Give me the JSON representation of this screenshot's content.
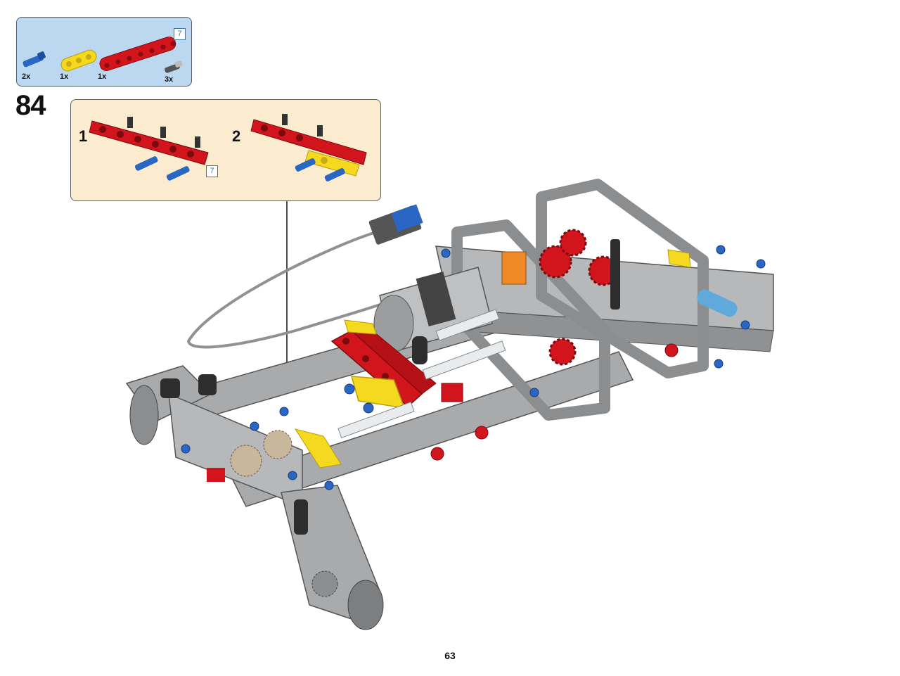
{
  "parts_list": {
    "items": [
      {
        "qty": "2x",
        "part": "blue-axle-pin"
      },
      {
        "qty": "1x",
        "part": "yellow-3-beam"
      },
      {
        "qty": "1x",
        "part": "red-7-beam"
      },
      {
        "qty": "3x",
        "part": "black-friction-pin"
      }
    ],
    "beam_length_badge": "7"
  },
  "step": {
    "number": "84",
    "substeps": [
      {
        "number": "1",
        "length_badge": "7"
      },
      {
        "number": "2"
      }
    ]
  },
  "page": {
    "number": "63"
  },
  "colors": {
    "parts_box_bg": "#bcd8f1",
    "substep_box_bg": "#fbecd0",
    "technic_red": "#d2141c",
    "technic_yellow": "#f4d91e",
    "technic_blue": "#2a66c3",
    "technic_gray": "#a9aaac"
  }
}
